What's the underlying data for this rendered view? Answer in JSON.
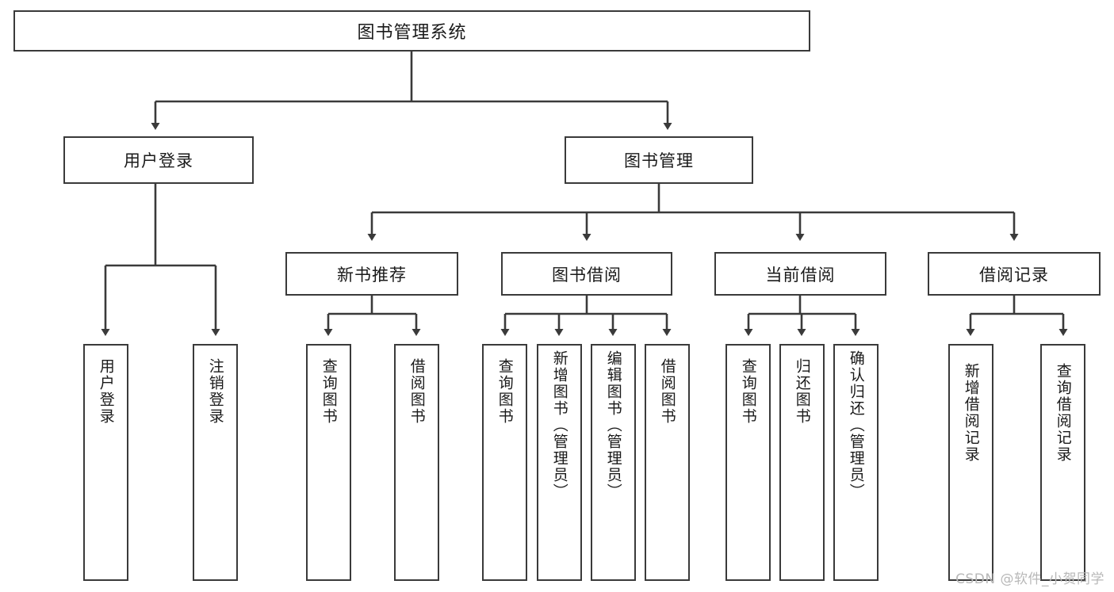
{
  "diagram": {
    "title": "图书管理系统",
    "type": "tree",
    "root": {
      "label": "图书管理系统"
    },
    "level2": [
      {
        "label": "用户登录"
      },
      {
        "label": "图书管理"
      }
    ],
    "level3": [
      {
        "label": "新书推荐"
      },
      {
        "label": "图书借阅"
      },
      {
        "label": "当前借阅"
      },
      {
        "label": "借阅记录"
      }
    ],
    "leaves": {
      "user_login": [
        {
          "label": "用户登录"
        },
        {
          "label": "注销登录"
        }
      ],
      "new_book_recommend": [
        {
          "label": "查询图书"
        },
        {
          "label": "借阅图书"
        }
      ],
      "book_borrow": [
        {
          "label": "查询图书"
        },
        {
          "label": "新增图书（管理员）"
        },
        {
          "label": "编辑图书（管理员）"
        },
        {
          "label": "借阅图书"
        }
      ],
      "current_borrow": [
        {
          "label": "查询图书"
        },
        {
          "label": "归还图书"
        },
        {
          "label": "确认归还（管理员）"
        }
      ],
      "borrow_record": [
        {
          "label": "新增借阅记录"
        },
        {
          "label": "查询借阅记录"
        }
      ]
    }
  },
  "watermark": {
    "text": "CSDN @软件_小贺同学"
  },
  "colors": {
    "stroke": "#3a3a3a",
    "fill": "#ffffff",
    "text": "#1a1a1a",
    "watermark": "#b8b8b8"
  }
}
